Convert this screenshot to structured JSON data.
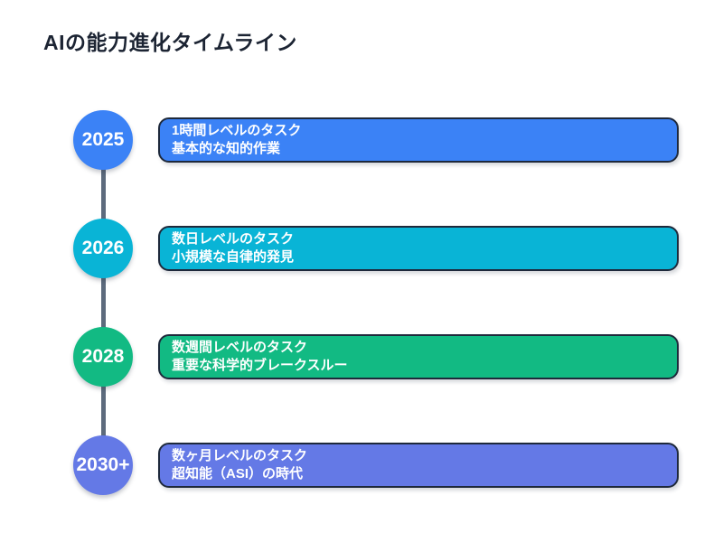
{
  "title": "AIの能力進化タイムライン",
  "colors": {
    "title_text": "#1c2433",
    "card_border": "#1e293b",
    "connector_line": "#5d6b7d",
    "card_text": "#ffffff"
  },
  "timeline": {
    "items": [
      {
        "year": "2025",
        "color": "#3b82f6",
        "task_line1": "1時間レベルのタスク",
        "task_line2": "基本的な知的作業"
      },
      {
        "year": "2026",
        "color": "#09b4d6",
        "task_line1": "数日レベルのタスク",
        "task_line2": "小規模な自律的発見"
      },
      {
        "year": "2028",
        "color": "#12ba83",
        "task_line1": "数週間レベルのタスク",
        "task_line2": "重要な科学的ブレークスルー"
      },
      {
        "year": "2030+",
        "color": "#6479e6",
        "task_line1": "数ヶ月レベルのタスク",
        "task_line2": "超知能（ASI）の時代"
      }
    ]
  }
}
